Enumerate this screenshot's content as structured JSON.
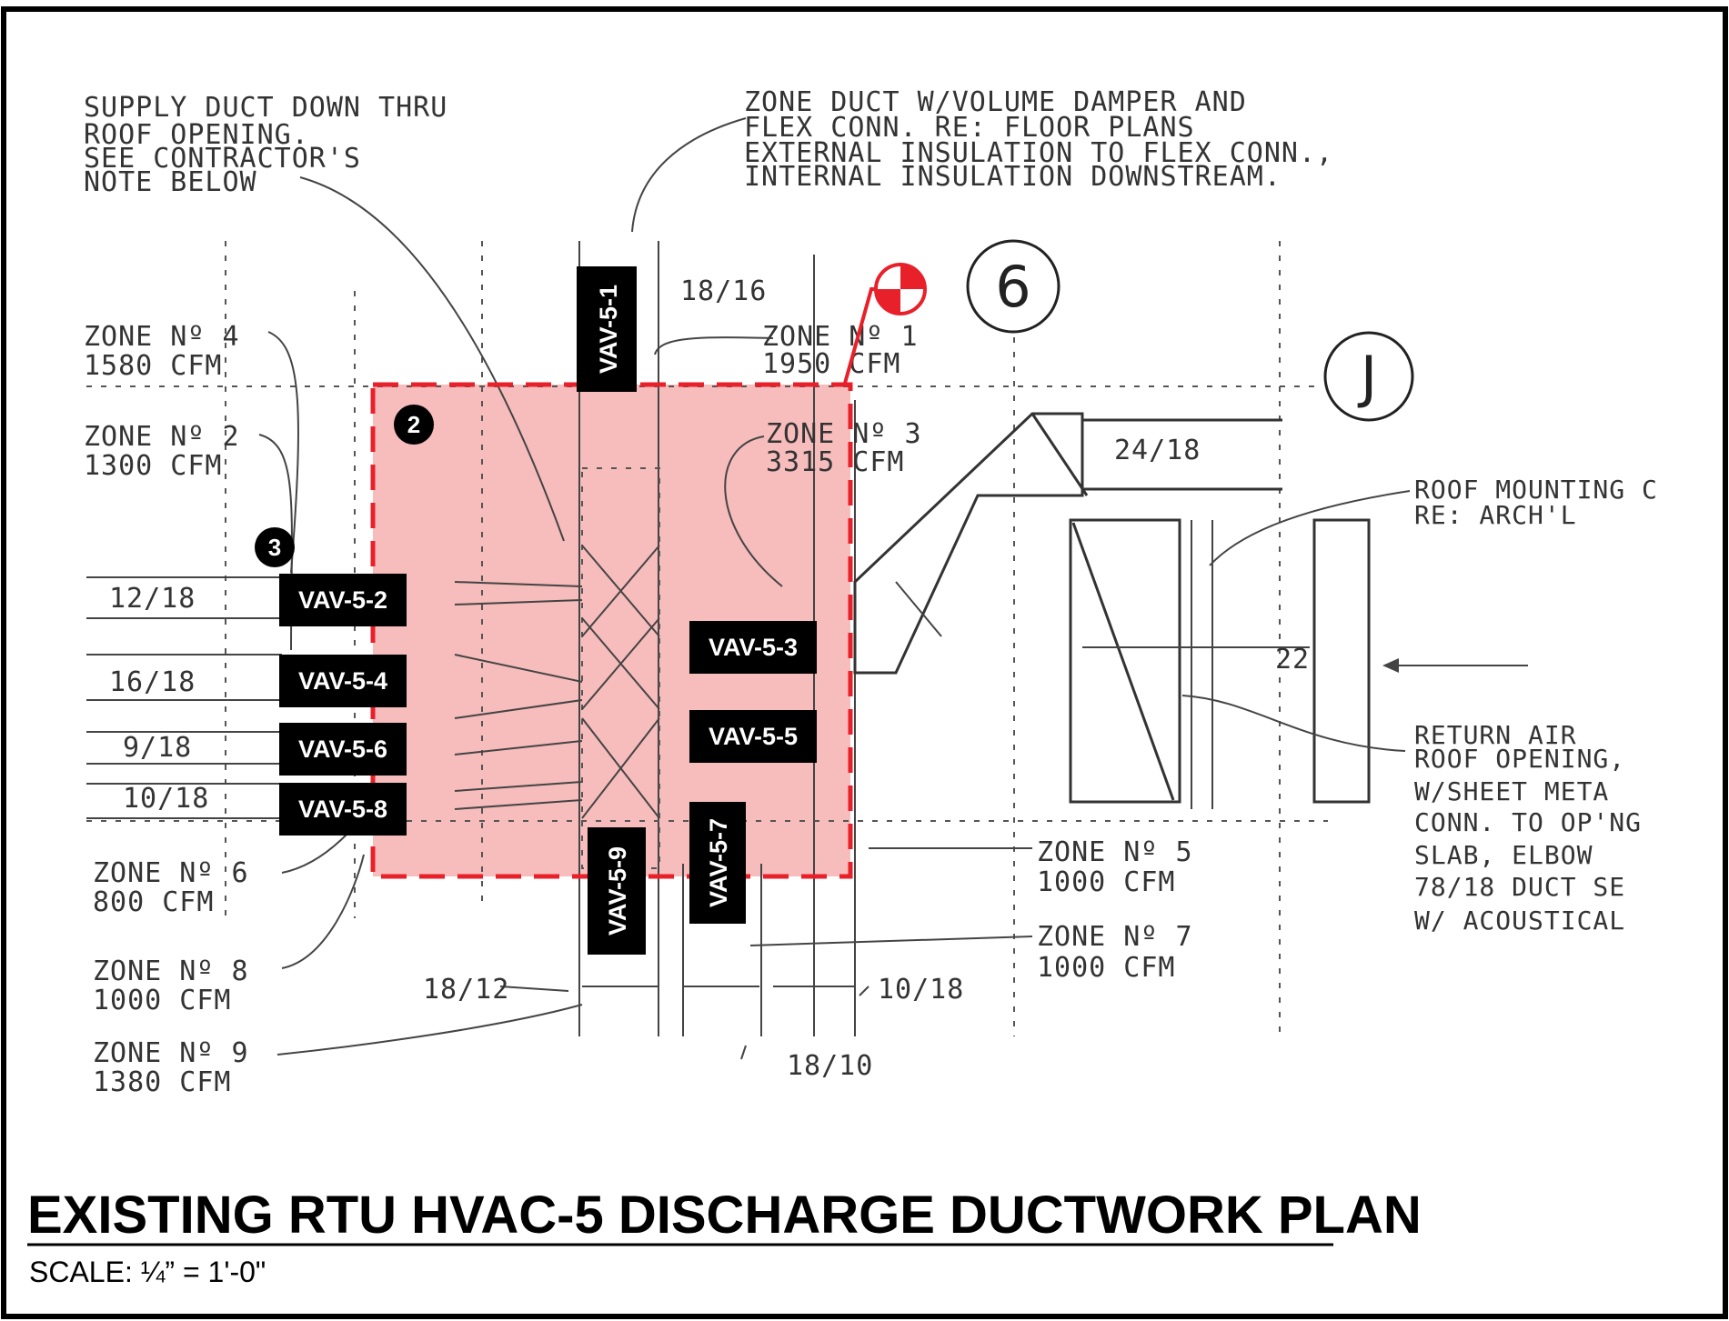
{
  "notes": {
    "supply_duct": [
      "SUPPLY DUCT DOWN THRU",
      "ROOF OPENING.",
      "SEE CONTRACTOR'S",
      "NOTE BELOW"
    ],
    "zone_duct": [
      "ZONE DUCT W/VOLUME DAMPER AND",
      "FLEX CONN. RE: FLOOR PLANS",
      "EXTERNAL INSULATION TO FLEX CONN.,",
      "INTERNAL INSULATION DOWNSTREAM."
    ],
    "roof_mounting": [
      "ROOF MOUNTING C",
      "RE: ARCH'L"
    ],
    "return_air": [
      "RETURN AIR",
      "ROOF OPENING,",
      "W/SHEET META",
      "CONN. TO OP'NG",
      "SLAB,    ELBOW",
      "78/18 DUCT SE",
      "W/ ACOUSTICAL"
    ]
  },
  "zones": [
    {
      "label": "ZONE Nº 4",
      "cfm": "1580 CFM"
    },
    {
      "label": "ZONE Nº 1",
      "cfm": "1950 CFM"
    },
    {
      "label": "ZONE Nº 2",
      "cfm": "1300 CFM"
    },
    {
      "label": "ZONE Nº 3",
      "cfm": "3315 CFM"
    },
    {
      "label": "ZONE Nº 6",
      "cfm": "800 CFM"
    },
    {
      "label": "ZONE Nº 5",
      "cfm": "1000 CFM"
    },
    {
      "label": "ZONE Nº 8",
      "cfm": "1000 CFM"
    },
    {
      "label": "ZONE Nº 7",
      "cfm": "1000 CFM"
    },
    {
      "label": "ZONE Nº 9",
      "cfm": "1380 CFM"
    }
  ],
  "duct_sizes": [
    "18/16",
    "12/18",
    "16/18",
    "9/18",
    "10/18",
    "24/18",
    "18/12",
    "10/18",
    "18/10",
    "22"
  ],
  "vav_tags": [
    "VAV-5-1",
    "VAV-5-2",
    "VAV-5-3",
    "VAV-5-4",
    "VAV-5-5",
    "VAV-5-6",
    "VAV-5-7",
    "VAV-5-8",
    "VAV-5-9"
  ],
  "callouts": [
    "2",
    "3"
  ],
  "grid_bubbles": [
    "6",
    "J"
  ],
  "title": "EXISTING RTU HVAC-5 DISCHARGE DUCTWORK PLAN",
  "scale": "SCALE: ¼” = 1'-0\"",
  "colors": {
    "highlight_fill": "#f7bcbc",
    "highlight_stroke": "#e8202a",
    "tag_bg": "#000000"
  },
  "icons": [
    "section-marker-icon"
  ]
}
